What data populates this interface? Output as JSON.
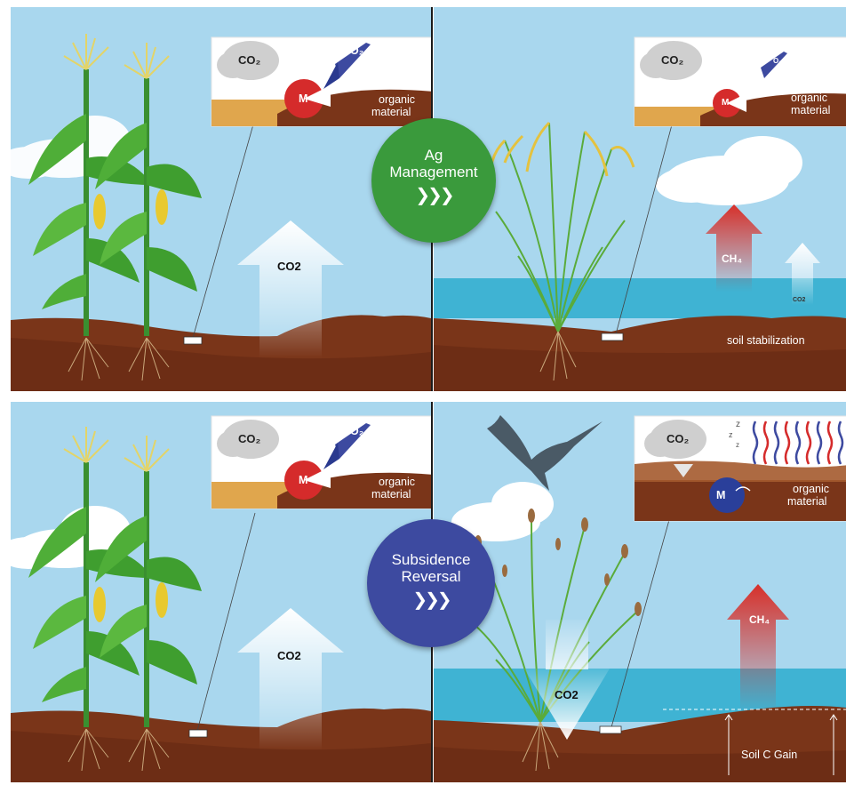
{
  "panels": {
    "top_left": {
      "inset": {
        "cloud_label": "CO₂",
        "o2_label": "O₂",
        "microbe_label": "M",
        "material_label_1": "organic",
        "material_label_2": "material"
      },
      "arrow_label": "CO2"
    },
    "top_right": {
      "inset": {
        "cloud_label": "CO₂",
        "o2_label": "O₂",
        "microbe_label": "M",
        "material_label_1": "organic",
        "material_label_2": "material"
      },
      "ch4_label": "CH₄",
      "co2_small_label": "CO2",
      "soil_label": "soil stabilization"
    },
    "bottom_left": {
      "inset": {
        "cloud_label": "CO₂",
        "o2_label": "O₂",
        "microbe_label": "M",
        "material_label_1": "organic",
        "material_label_2": "material"
      },
      "arrow_label": "CO2"
    },
    "bottom_right": {
      "inset": {
        "cloud_label": "CO₂",
        "z_label": "z",
        "microbe_label": "M",
        "material_label_1": "organic",
        "material_label_2": "material"
      },
      "ch4_label": "CH₄",
      "co2_down_label": "CO2",
      "soil_gain_label": "Soil C Gain"
    }
  },
  "badges": {
    "ag": {
      "line1": "Ag",
      "line2": "Management",
      "chevrons": "❯❯❯",
      "color": "#3a9a3c"
    },
    "subsidence": {
      "line1": "Subsidence",
      "line2": "Reversal",
      "chevrons": "❯❯❯",
      "color": "#3d4aa0"
    }
  },
  "colors": {
    "sky": "#a9d7ee",
    "soil": "#7a3519",
    "water": "#3fb3d3",
    "microbe_active": "#d52b2b",
    "microbe_dormant": "#2a3f9a",
    "ch4_arrow": "#d7302a"
  }
}
